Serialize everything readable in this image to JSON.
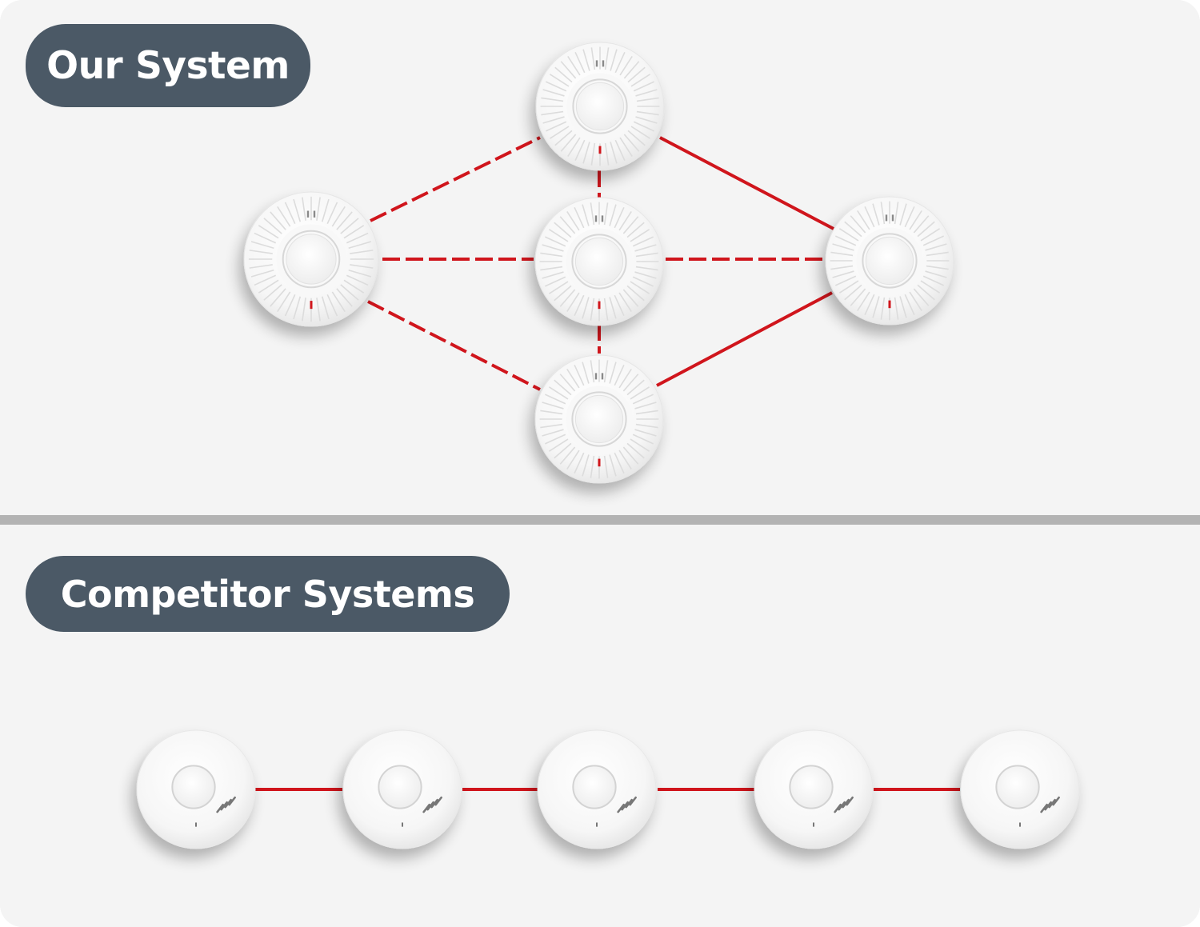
{
  "sections": {
    "our_system": {
      "label": "Our System",
      "connection_style": "dashed",
      "detector_count": 5
    },
    "competitor_systems": {
      "label": "Competitor Systems",
      "connection_style": "solid",
      "detector_count": 5
    }
  },
  "colors": {
    "badge_background": "#4b5966",
    "badge_text": "#ffffff",
    "link_line": "#d0151c",
    "panel_background": "#f4f4f4",
    "divider": "#b3b3b3",
    "detector_body": "#f9f9f9"
  },
  "icons": {
    "detector": "smoke-detector-icon"
  }
}
